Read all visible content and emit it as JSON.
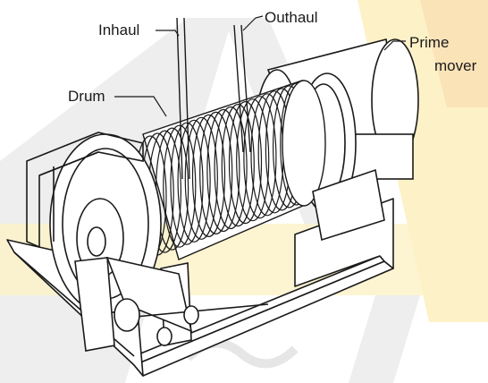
{
  "labels": {
    "inhaul": "Inhaul",
    "outhaul": "Outhaul",
    "drum": "Drum",
    "prime_line1": "Prime",
    "prime_line2": "mover"
  },
  "colors": {
    "line": "#1a1a1a",
    "watermark_gray": "#e9e9e9",
    "watermark_yellow": "#fdf1c7",
    "watermark_orange": "#fbe3b8"
  }
}
